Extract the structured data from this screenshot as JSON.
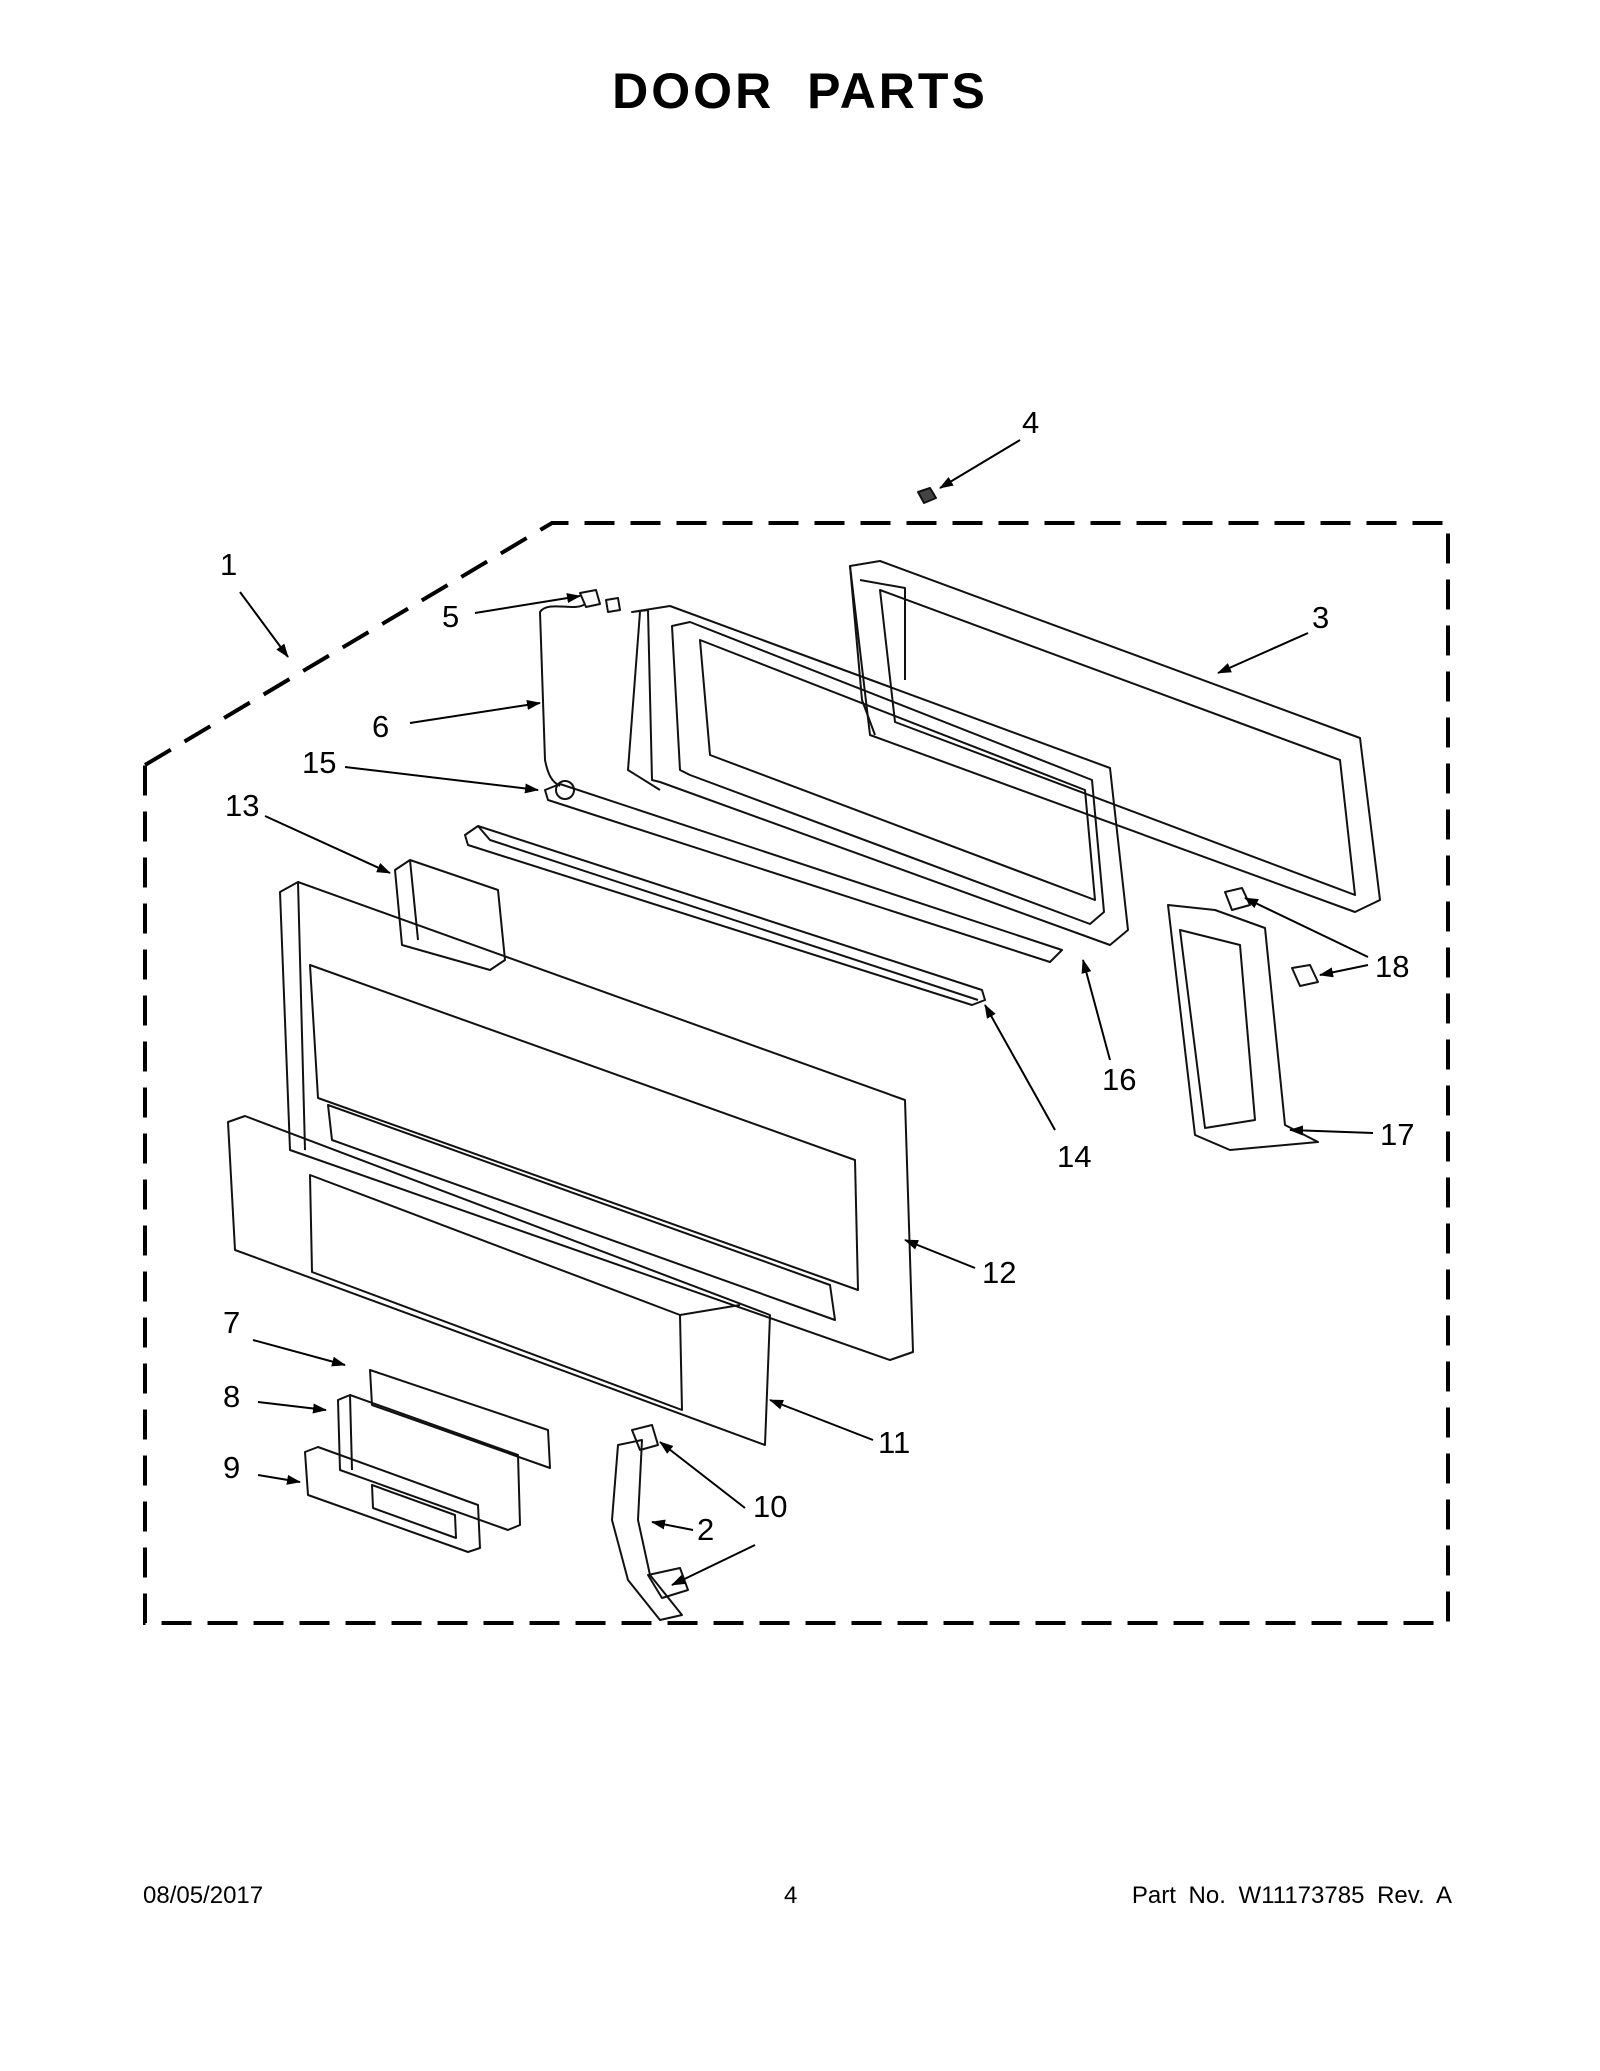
{
  "header": {
    "title": "DOOR PARTS"
  },
  "callouts": [
    {
      "id": "c1",
      "label": "1"
    },
    {
      "id": "c2",
      "label": "2"
    },
    {
      "id": "c3",
      "label": "3"
    },
    {
      "id": "c4",
      "label": "4"
    },
    {
      "id": "c5",
      "label": "5"
    },
    {
      "id": "c6",
      "label": "6"
    },
    {
      "id": "c7",
      "label": "7"
    },
    {
      "id": "c8",
      "label": "8"
    },
    {
      "id": "c9",
      "label": "9"
    },
    {
      "id": "c10",
      "label": "10"
    },
    {
      "id": "c11",
      "label": "11"
    },
    {
      "id": "c12",
      "label": "12"
    },
    {
      "id": "c13",
      "label": "13"
    },
    {
      "id": "c14",
      "label": "14"
    },
    {
      "id": "c15",
      "label": "15"
    },
    {
      "id": "c16",
      "label": "16"
    },
    {
      "id": "c17",
      "label": "17"
    },
    {
      "id": "c18",
      "label": "18"
    }
  ],
  "footer": {
    "date": "08/05/2017",
    "page": "4",
    "part": "Part No.  W11173785  Rev.  A"
  }
}
